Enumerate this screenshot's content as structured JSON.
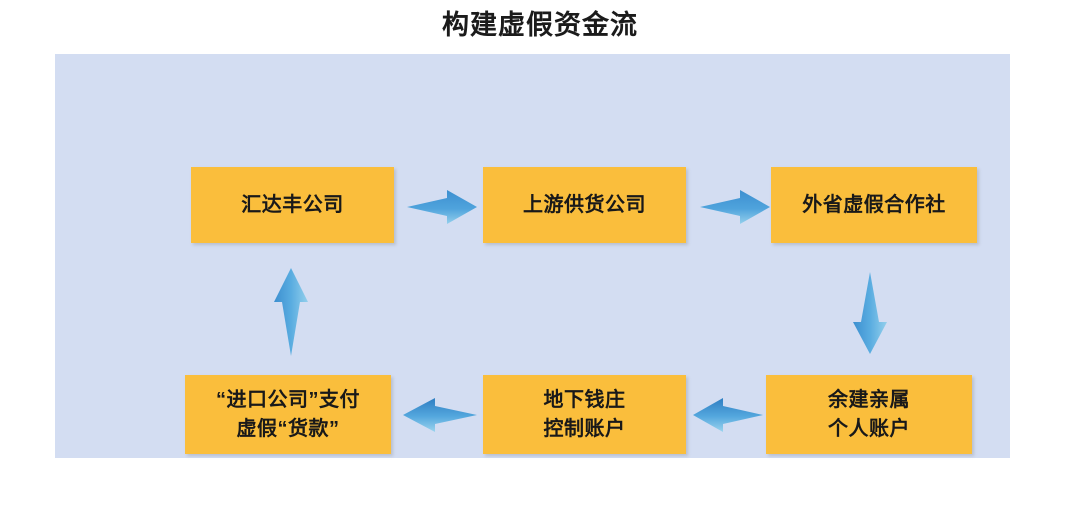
{
  "title": "构建虚假资金流",
  "colors": {
    "panel_background": "#D3DDF2",
    "node_fill": "#FABE3C",
    "node_text": "#191919",
    "arrow_dark": "#3C8FD0",
    "arrow_light": "#7FC4E8",
    "page_background": "#FFFFFF",
    "title_text": "#1B1B1B"
  },
  "chart_data": {
    "type": "diagram",
    "title": "构建虚假资金流",
    "nodes": [
      {
        "id": "huidafeng",
        "label": "汇达丰公司",
        "row": 1,
        "col": 1
      },
      {
        "id": "supplier",
        "label": "上游供货公司",
        "row": 1,
        "col": 2
      },
      {
        "id": "coop",
        "label": "外省虚假合作社",
        "row": 1,
        "col": 3
      },
      {
        "id": "import",
        "label": "“进口公司”支付\n虚假“货款”",
        "row": 2,
        "col": 1
      },
      {
        "id": "underground",
        "label": "地下钱庄\n控制账户",
        "row": 2,
        "col": 2
      },
      {
        "id": "relatives",
        "label": "余建亲属\n个人账户",
        "row": 2,
        "col": 3
      }
    ],
    "edges": [
      {
        "id": "edge-1",
        "from": "huidafeng",
        "to": "supplier",
        "direction": "right"
      },
      {
        "id": "edge-2",
        "from": "supplier",
        "to": "coop",
        "direction": "right"
      },
      {
        "id": "edge-3",
        "from": "coop",
        "to": "relatives",
        "direction": "down"
      },
      {
        "id": "edge-4",
        "from": "relatives",
        "to": "underground",
        "direction": "left"
      },
      {
        "id": "edge-5",
        "from": "underground",
        "to": "import",
        "direction": "left"
      },
      {
        "id": "edge-6",
        "from": "import",
        "to": "huidafeng",
        "direction": "up"
      }
    ],
    "flow_order": [
      "汇达丰公司",
      "上游供货公司",
      "外省虚假合作社",
      "余建亲属个人账户",
      "地下钱庄控制账户",
      "“进口公司”支付虚假“货款”",
      "汇达丰公司"
    ],
    "layout": "closed-loop, 3 columns × 2 rows, clockwise from top-left"
  },
  "nodes": {
    "huidafeng": {
      "label": "汇达丰公司"
    },
    "supplier": {
      "label": "上游供货公司"
    },
    "coop": {
      "label": "外省虚假合作社"
    },
    "import": {
      "label": "“进口公司”支付\n虚假“货款”"
    },
    "underground": {
      "label": "地下钱庄\n控制账户"
    },
    "relatives": {
      "label": "余建亲属\n个人账户"
    }
  },
  "icons": {
    "arrow_right": "arrow-right-icon",
    "arrow_left": "arrow-left-icon",
    "arrow_down": "arrow-down-icon",
    "arrow_up": "arrow-up-icon"
  }
}
